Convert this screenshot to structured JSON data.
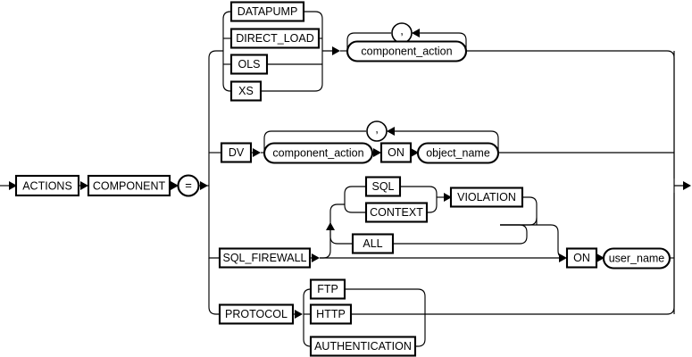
{
  "diagram": {
    "title": "actions_clause",
    "type": "railroad-syntax-diagram",
    "stroke_color": "#000000",
    "background_color": "#ffffff",
    "entry_arrow": "arrow-right",
    "exit_arrow": "arrow-right"
  },
  "nodes": {
    "actions": {
      "label": "ACTIONS",
      "kind": "keyword"
    },
    "component": {
      "label": "COMPONENT",
      "kind": "keyword"
    },
    "equals": {
      "label": "=",
      "kind": "operator"
    },
    "datapump": {
      "label": "DATAPUMP",
      "kind": "keyword"
    },
    "direct_load": {
      "label": "DIRECT_LOAD",
      "kind": "keyword"
    },
    "ols": {
      "label": "OLS",
      "kind": "keyword"
    },
    "xs": {
      "label": "XS",
      "kind": "keyword"
    },
    "component_action_1": {
      "label": "component_action",
      "kind": "nonterminal"
    },
    "comma_1": {
      "label": ",",
      "kind": "separator"
    },
    "dv": {
      "label": "DV",
      "kind": "keyword"
    },
    "component_action_2": {
      "label": "component_action",
      "kind": "nonterminal"
    },
    "on_1": {
      "label": "ON",
      "kind": "keyword"
    },
    "object_name": {
      "label": "object_name",
      "kind": "nonterminal"
    },
    "comma_2": {
      "label": ",",
      "kind": "separator"
    },
    "sql_firewall": {
      "label": "SQL_FIREWALL",
      "kind": "keyword"
    },
    "sql": {
      "label": "SQL",
      "kind": "keyword"
    },
    "context": {
      "label": "CONTEXT",
      "kind": "keyword"
    },
    "all": {
      "label": "ALL",
      "kind": "keyword"
    },
    "violation": {
      "label": "VIOLATION",
      "kind": "keyword"
    },
    "on_2": {
      "label": "ON",
      "kind": "keyword"
    },
    "user_name": {
      "label": "user_name",
      "kind": "nonterminal"
    },
    "protocol": {
      "label": "PROTOCOL",
      "kind": "keyword"
    },
    "ftp": {
      "label": "FTP",
      "kind": "keyword"
    },
    "http": {
      "label": "HTTP",
      "kind": "keyword"
    },
    "authentication": {
      "label": "AUTHENTICATION",
      "kind": "keyword"
    }
  },
  "branches": [
    {
      "name": "component-group-branch",
      "choices": [
        "DATAPUMP",
        "DIRECT_LOAD",
        "OLS",
        "XS"
      ],
      "then": "component_action (comma separated list)"
    },
    {
      "name": "dv-branch",
      "choices": [
        "DV"
      ],
      "then": "component_action ON object_name (comma separated list)"
    },
    {
      "name": "sql-firewall-branch",
      "choices": [
        "SQL_FIREWALL"
      ],
      "then": "optional [ SQL | CONTEXT ] VIOLATION or ALL, then ON user_name"
    },
    {
      "name": "protocol-branch",
      "choices": [
        "PROTOCOL"
      ],
      "then": "FTP | HTTP | AUTHENTICATION"
    }
  ]
}
